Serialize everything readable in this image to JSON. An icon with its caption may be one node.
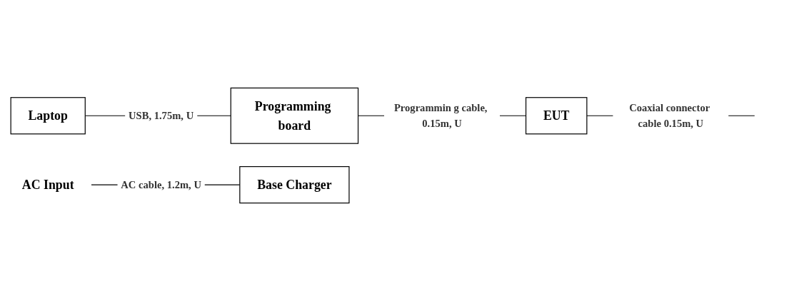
{
  "diagram": {
    "nodes": [
      {
        "text": [
          "Laptop"
        ]
      },
      {
        "text": [
          "Programming board"
        ]
      },
      {
        "text": [
          "EUT"
        ]
      },
      {
        "text": [
          "Base Charger"
        ]
      },
      {
        "text": [
          "AC Input"
        ]
      }
    ],
    "edges": [
      {
        "from": 0,
        "to": 1,
        "arrow": "none",
        "label": "USB, 1.75m, U"
      },
      {
        "from": 1,
        "to": 2,
        "arrow": "none",
        "label": "Programmin g cable, 0.15m, U"
      },
      {
        "from": 2,
        "to": null,
        "arrow": "none",
        "label": "Coaxial connector cable 0.15m, U"
      },
      {
        "from": 4,
        "to": 3,
        "arrow": "none",
        "label": "AC cable, 1.2m, U"
      }
    ]
  }
}
